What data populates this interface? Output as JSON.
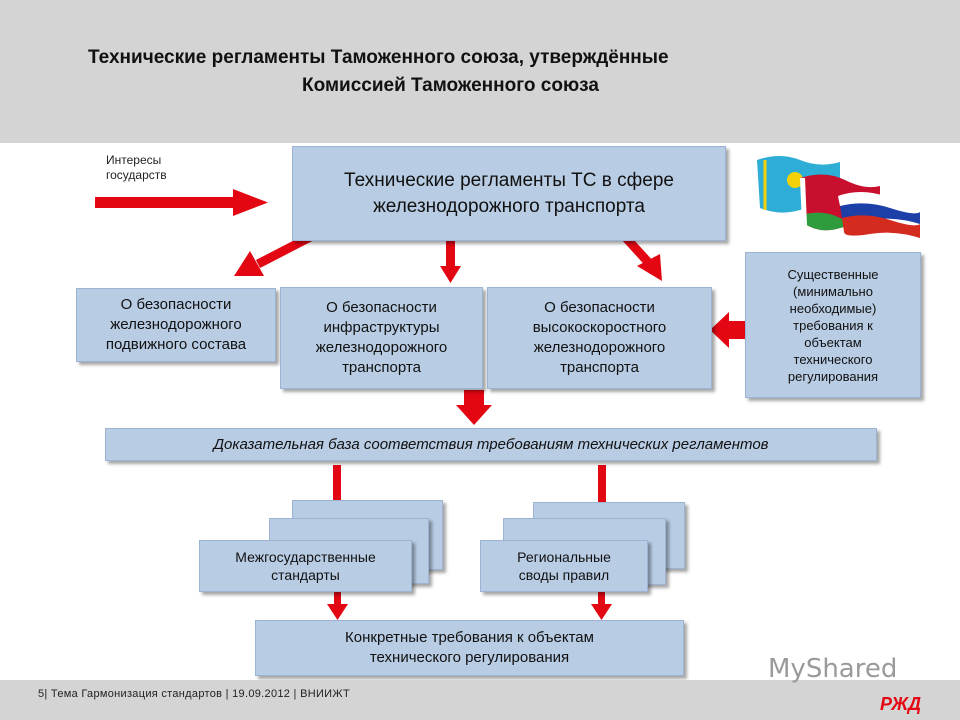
{
  "header": {
    "title_line1": "Технические регламенты Таможенного союза, утверждённые",
    "title_line2": "Комиссией Таможенного союза"
  },
  "diagram": {
    "interests_label": "Интересы государств",
    "main_box": "Технические регламенты ТС в сфере железнодорожного транспорта",
    "box_rolling_stock": "О безопасности железнодорожного подвижного состава",
    "box_infrastructure": "О безопасности инфраструктуры железнодорожного транспорта",
    "box_high_speed": "О безопасности высокоскоростного железнодорожного транспорта",
    "box_essential": "Существенные (минимально необходимые) требования к объектам технического регулирования",
    "evidence_base": "Доказательная база соответствия требованиям технических регламентов",
    "interstate_standards": "Межгосударственные стандарты",
    "regional_codes": "Региональные своды правил",
    "specific_requirements": "Конкретные требования к объектам технического регулирования"
  },
  "footer": {
    "text": "5| Тема Гармонизация стандартов | 19.09.2012 | ВНИИЖТ",
    "watermark": "MyShared",
    "logo": "РЖД"
  },
  "colors": {
    "arrow": "#e30613",
    "box": "#b8cce4",
    "header": "#d4d4d4"
  }
}
